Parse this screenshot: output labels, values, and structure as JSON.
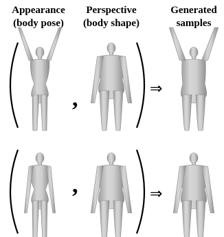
{
  "headers": {
    "appearance": {
      "line1": "Appearance",
      "line2": "(body pose)"
    },
    "perspective": {
      "line1": "Perspective",
      "line2": "(body shape)"
    },
    "generated": {
      "line1": "Generated",
      "line2": "samples"
    }
  },
  "symbols": {
    "comma": ",",
    "arrow": "⇒"
  },
  "rows": [
    {
      "appearance": {
        "build": "slim",
        "pose": "arms-raised"
      },
      "perspective": {
        "build": "heavy",
        "pose": "arms-down"
      },
      "generated": {
        "build": "heavy",
        "pose": "arms-raised"
      }
    },
    {
      "appearance": {
        "build": "slim",
        "pose": "arms-down"
      },
      "perspective": {
        "build": "heavy",
        "pose": "arms-down"
      },
      "generated": {
        "build": "heavy",
        "pose": "arms-down"
      }
    }
  ],
  "colors": {
    "body_fill": "#c8c8c8",
    "body_shade": "#9a9a9a",
    "ink": "#000000"
  }
}
